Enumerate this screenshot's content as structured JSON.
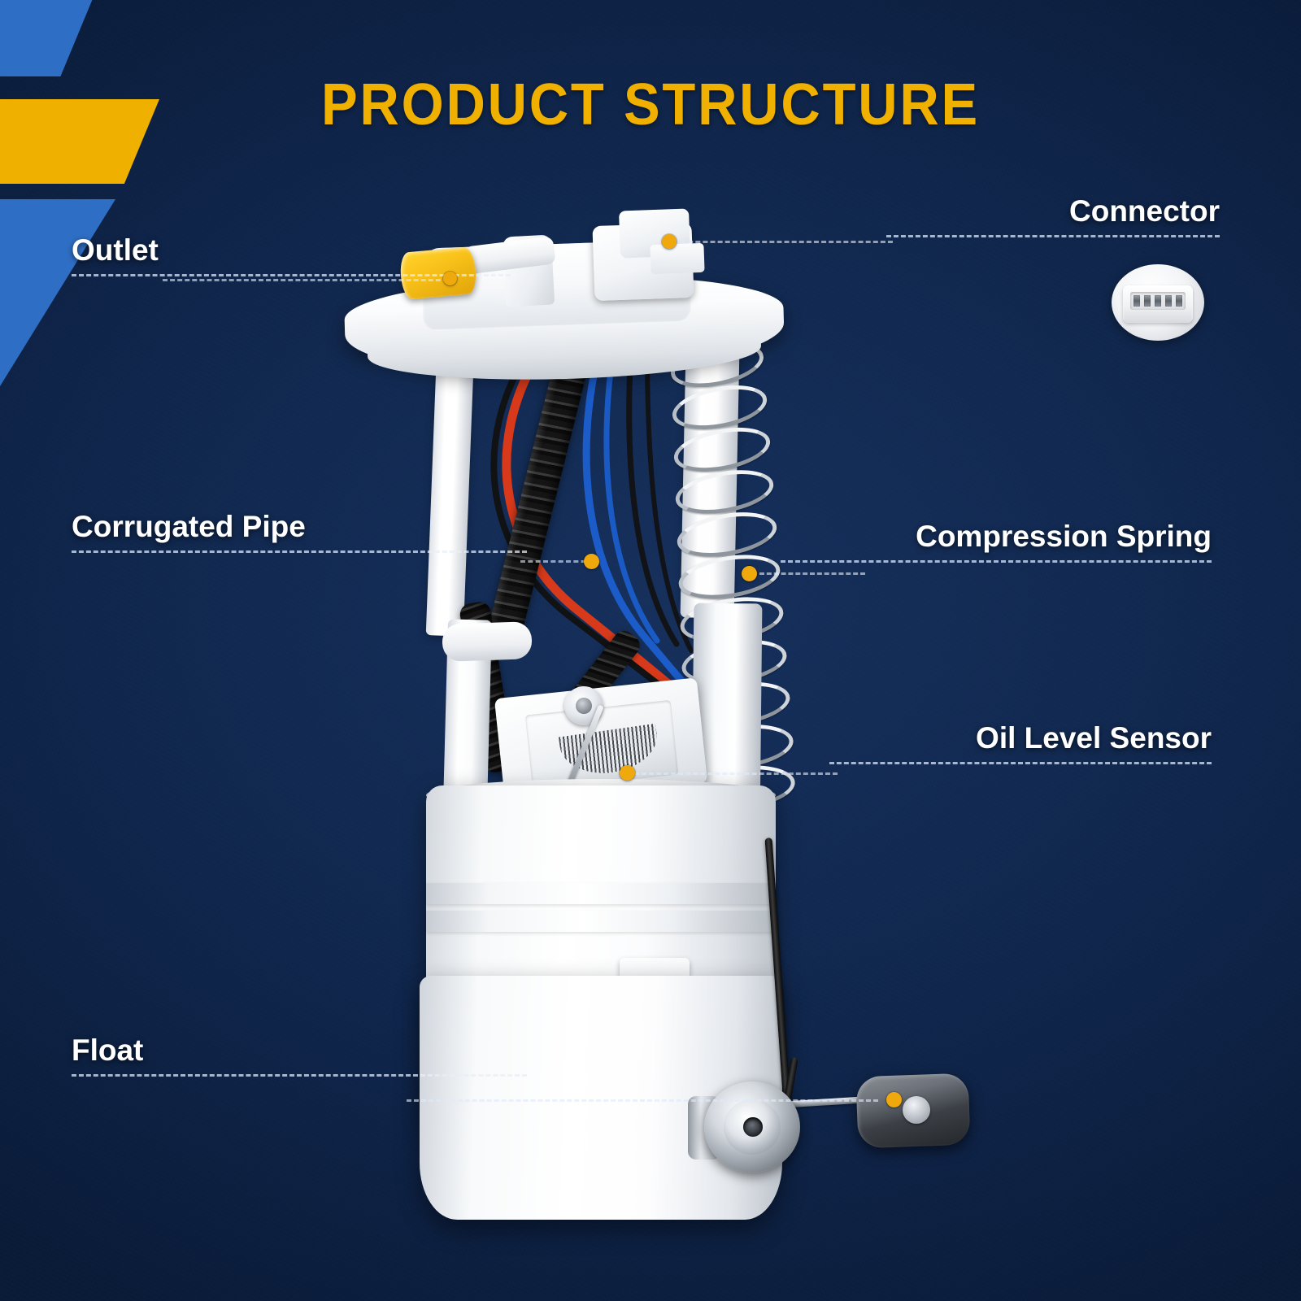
{
  "page": {
    "title": "PRODUCT STRUCTURE",
    "background_color": "#0e2347",
    "accent_color": "#efb000",
    "blue_accent_color": "#2e6ec4",
    "label_color": "#ffffff",
    "marker_color": "#f0a90d"
  },
  "corner_ribbons": [
    {
      "name": "blue-ribbon-top",
      "color": "#2e6ec4"
    },
    {
      "name": "yellow-ribbon",
      "color": "#efb000"
    },
    {
      "name": "blue-ribbon-bottom",
      "color": "#2e6ec4"
    }
  ],
  "callouts": [
    {
      "id": "outlet",
      "label": "Outlet",
      "side": "left"
    },
    {
      "id": "connector",
      "label": "Connector",
      "side": "right"
    },
    {
      "id": "corrugated_pipe",
      "label": "Corrugated Pipe",
      "side": "left"
    },
    {
      "id": "compression_spring",
      "label": "Compression Spring",
      "side": "right"
    },
    {
      "id": "oil_level_sensor",
      "label": "Oil Level Sensor",
      "side": "right"
    },
    {
      "id": "float",
      "label": "Float",
      "side": "left"
    }
  ],
  "connector_inset": {
    "name": "connector-closeup",
    "pin_count": 5,
    "housing_color": "#ffffff"
  },
  "product": {
    "name": "fuel-pump-module-assembly",
    "parts": [
      {
        "name": "top-flange",
        "color": "#ffffff"
      },
      {
        "name": "outlet-cap",
        "color": "#f9c21a"
      },
      {
        "name": "electrical-connector",
        "color": "#ffffff"
      },
      {
        "name": "corrugated-hose",
        "color": "#141414"
      },
      {
        "name": "compression-spring",
        "color": "#c9ced6"
      },
      {
        "name": "oil-level-sensor",
        "color": "#f4f6f8"
      },
      {
        "name": "float",
        "color": "#3c4046"
      },
      {
        "name": "reservoir-body",
        "color": "#ffffff"
      },
      {
        "name": "pump-nozzle",
        "color": "#9aa1a9"
      }
    ],
    "wires": [
      {
        "name": "red-wire",
        "color": "#e03a18"
      },
      {
        "name": "blue-wire",
        "color": "#1b5fd0"
      },
      {
        "name": "black-wire",
        "color": "#111111"
      }
    ]
  }
}
